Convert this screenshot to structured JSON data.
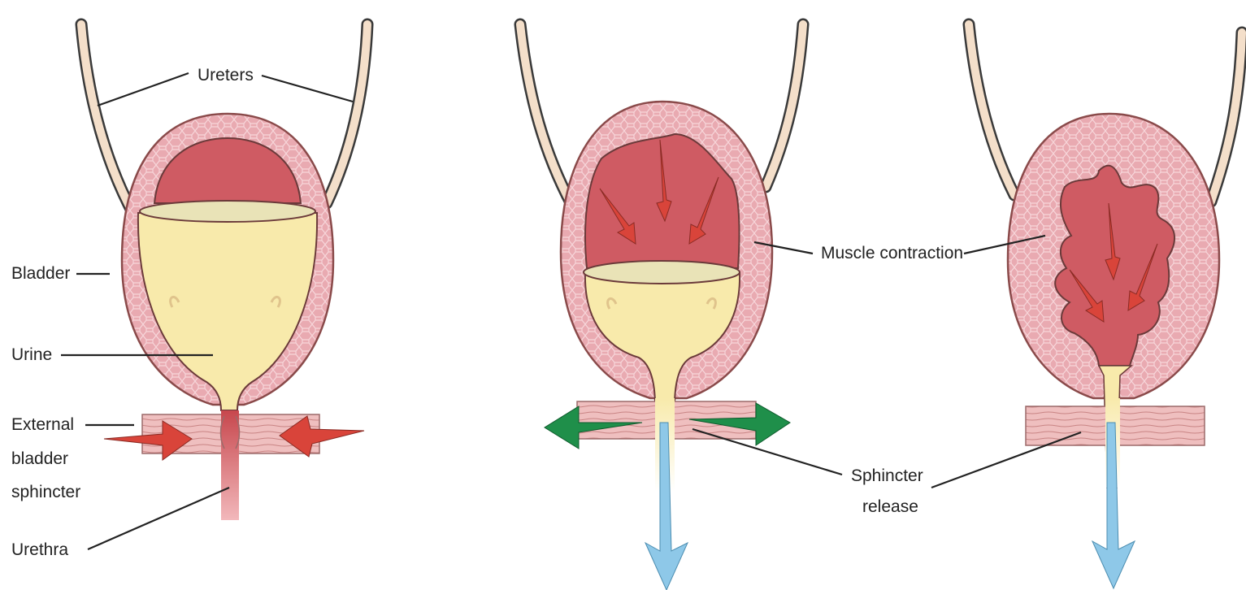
{
  "labels": {
    "ureters": "Ureters",
    "bladder": "Bladder",
    "urine": "Urine",
    "external_line1": "External",
    "external_line2": "bladder",
    "external_line3": "sphincter",
    "urethra": "Urethra",
    "muscle_contraction": "Muscle contraction",
    "sphincter_release_line1": "Sphincter",
    "sphincter_release_line2": "release"
  },
  "colors": {
    "wall": "#e7a6ad",
    "cavity": "#cf5b63",
    "urine": "#f8eaab",
    "contraction_arrow": "#d9443a",
    "release_arrow": "#1f8f4a",
    "flow_arrow": "#8ec8e8"
  }
}
